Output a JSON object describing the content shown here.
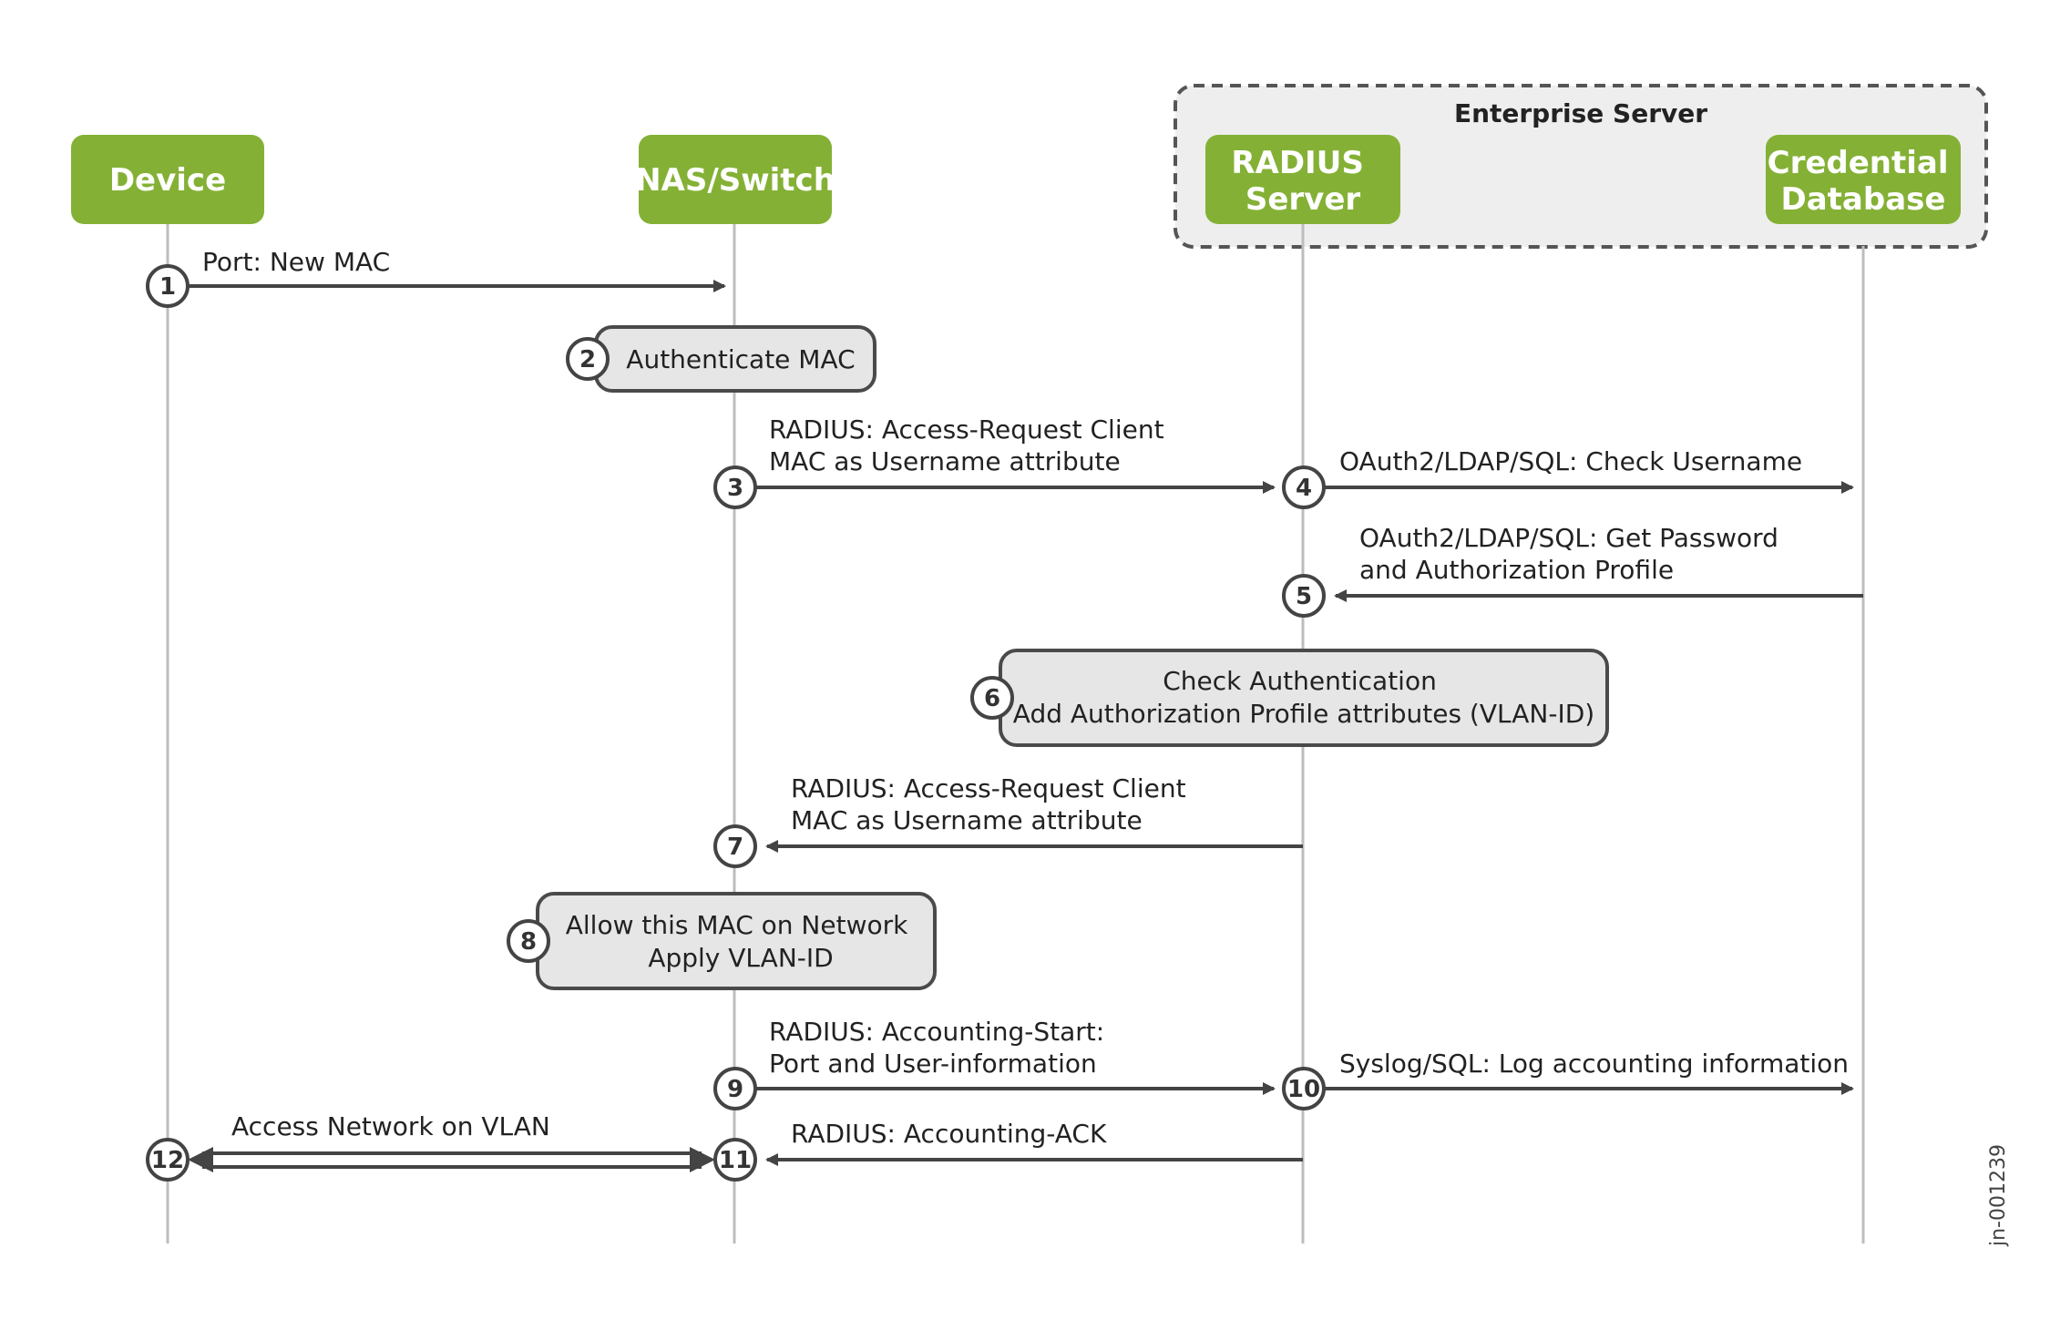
{
  "colors": {
    "actor_fill": "#84b135",
    "lifeline": "#bdbdbd",
    "arrow": "#444444",
    "note_fill": "#e6e6e6",
    "note_stroke": "#4a4a4a",
    "group_fill": "#eeeeee",
    "group_stroke": "#555555"
  },
  "group": {
    "label": "Enterprise Server"
  },
  "actors": {
    "device": [
      "Device"
    ],
    "nas": [
      "NAS/Switch"
    ],
    "radius": [
      "RADIUS",
      "Server"
    ],
    "cred": [
      "Credential",
      "Database"
    ]
  },
  "steps": {
    "s1": {
      "num": "1",
      "label": [
        "Port: New MAC"
      ]
    },
    "s2": {
      "num": "2",
      "label": [
        "Authenticate MAC"
      ]
    },
    "s3": {
      "num": "3",
      "label": [
        "RADIUS: Access-Request Client",
        "MAC as Username attribute"
      ]
    },
    "s4": {
      "num": "4",
      "label": [
        "OAuth2/LDAP/SQL: Check Username"
      ]
    },
    "s5": {
      "num": "5",
      "label": [
        "OAuth2/LDAP/SQL: Get Password",
        "and Authorization Profile"
      ]
    },
    "s6": {
      "num": "6",
      "label": [
        "Check Authentication",
        "Add Authorization Profile attributes (VLAN-ID)"
      ]
    },
    "s7": {
      "num": "7",
      "label": [
        "RADIUS: Access-Request Client",
        "MAC as Username attribute"
      ]
    },
    "s8": {
      "num": "8",
      "label": [
        "Allow this MAC on Network",
        "Apply VLAN-ID"
      ]
    },
    "s9": {
      "num": "9",
      "label": [
        "RADIUS: Accounting-Start:",
        "Port and User-information"
      ]
    },
    "s10": {
      "num": "10",
      "label": [
        "Syslog/SQL: Log accounting information"
      ]
    },
    "s11": {
      "num": "11",
      "label": [
        "RADIUS: Accounting-ACK"
      ]
    },
    "s12": {
      "num": "12",
      "label": [
        "Access Network on VLAN"
      ]
    }
  },
  "watermark": "jn-001239"
}
